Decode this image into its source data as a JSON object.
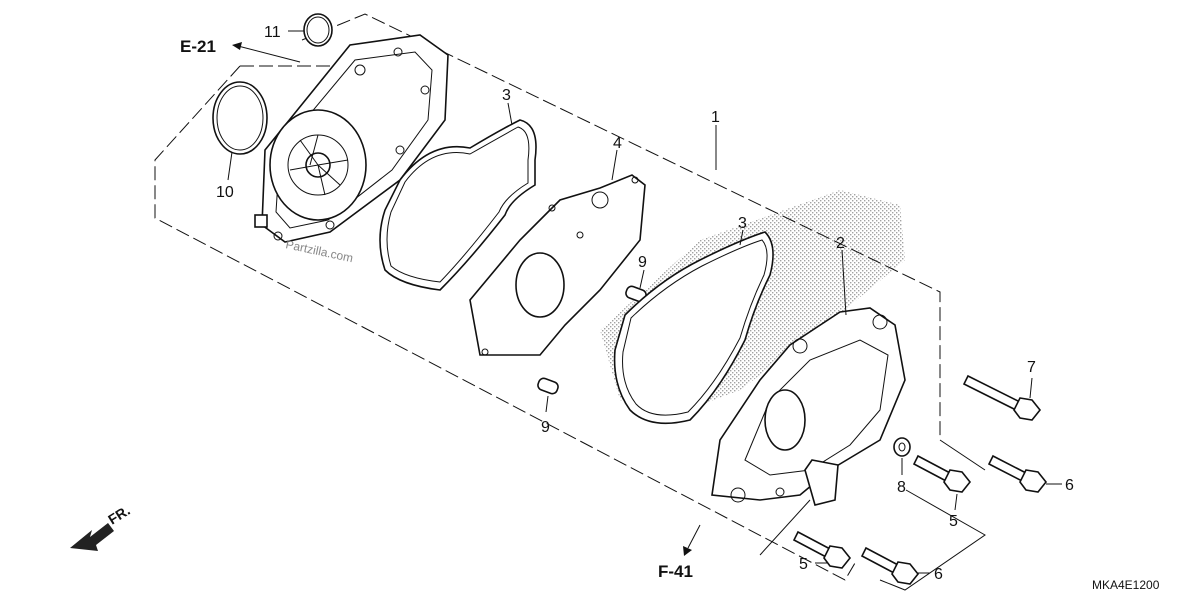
{
  "diagram": {
    "parts": {
      "p1": "1",
      "p2": "2",
      "p3a": "3",
      "p3b": "3",
      "p4": "4",
      "p5a": "5",
      "p5b": "5",
      "p6a": "6",
      "p6b": "6",
      "p7": "7",
      "p8": "8",
      "p9a": "9",
      "p9b": "9",
      "p10": "10",
      "p11": "11"
    },
    "refs": {
      "e21": "E-21",
      "f41": "F-41"
    },
    "front": "FR.",
    "code": "MKA4E1200",
    "watermark": "Partzilla.com"
  }
}
